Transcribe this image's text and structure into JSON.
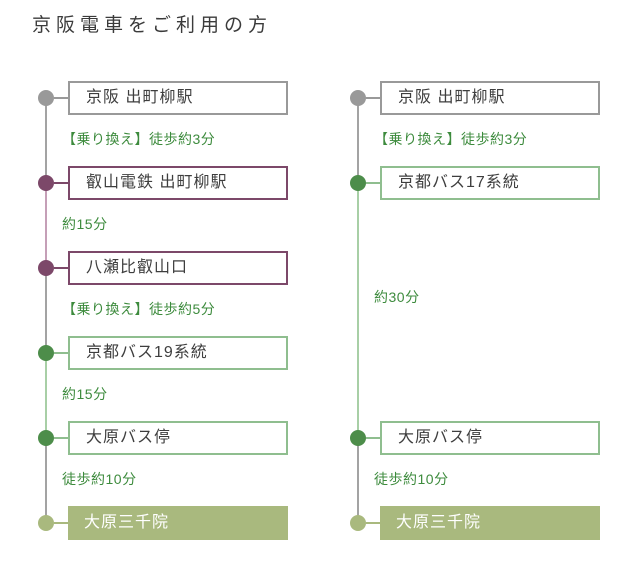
{
  "title": "京阪電車をご利用の方",
  "colors": {
    "gray_node": "#999999",
    "gray_line": "#a3a3a3",
    "purple_node": "#7c4869",
    "purple_line": "#c59fb7",
    "green_node": "#4d8d4a",
    "green_border": "#8fbe8f",
    "green_line": "#a8cfa6",
    "olive_fill": "#a9b97e",
    "note_text": "#3d8b3d",
    "station_text": "#3e3e3e"
  },
  "columns": [
    {
      "name": "route-via-eizan-railway",
      "stations": [
        {
          "label": "京阪 出町柳駅"
        },
        {
          "label": "叡山電鉄 出町柳駅"
        },
        {
          "label": "八瀬比叡山口"
        },
        {
          "label": "京都バス19系統"
        },
        {
          "label": "大原バス停"
        },
        {
          "label": "大原三千院"
        }
      ],
      "notes": [
        {
          "label": "【乗り換え】徒歩約3分"
        },
        {
          "label": "約15分"
        },
        {
          "label": "【乗り換え】徒歩約5分"
        },
        {
          "label": "約15分"
        },
        {
          "label": "徒歩約10分"
        }
      ]
    },
    {
      "name": "route-via-kyoto-bus-17",
      "stations": [
        {
          "label": "京阪 出町柳駅"
        },
        {
          "label": "京都バス17系統"
        },
        {
          "label": "大原バス停"
        },
        {
          "label": "大原三千院"
        }
      ],
      "notes": [
        {
          "label": "【乗り換え】徒歩約3分"
        },
        {
          "label": "約30分"
        },
        {
          "label": "徒歩約10分"
        }
      ]
    }
  ]
}
